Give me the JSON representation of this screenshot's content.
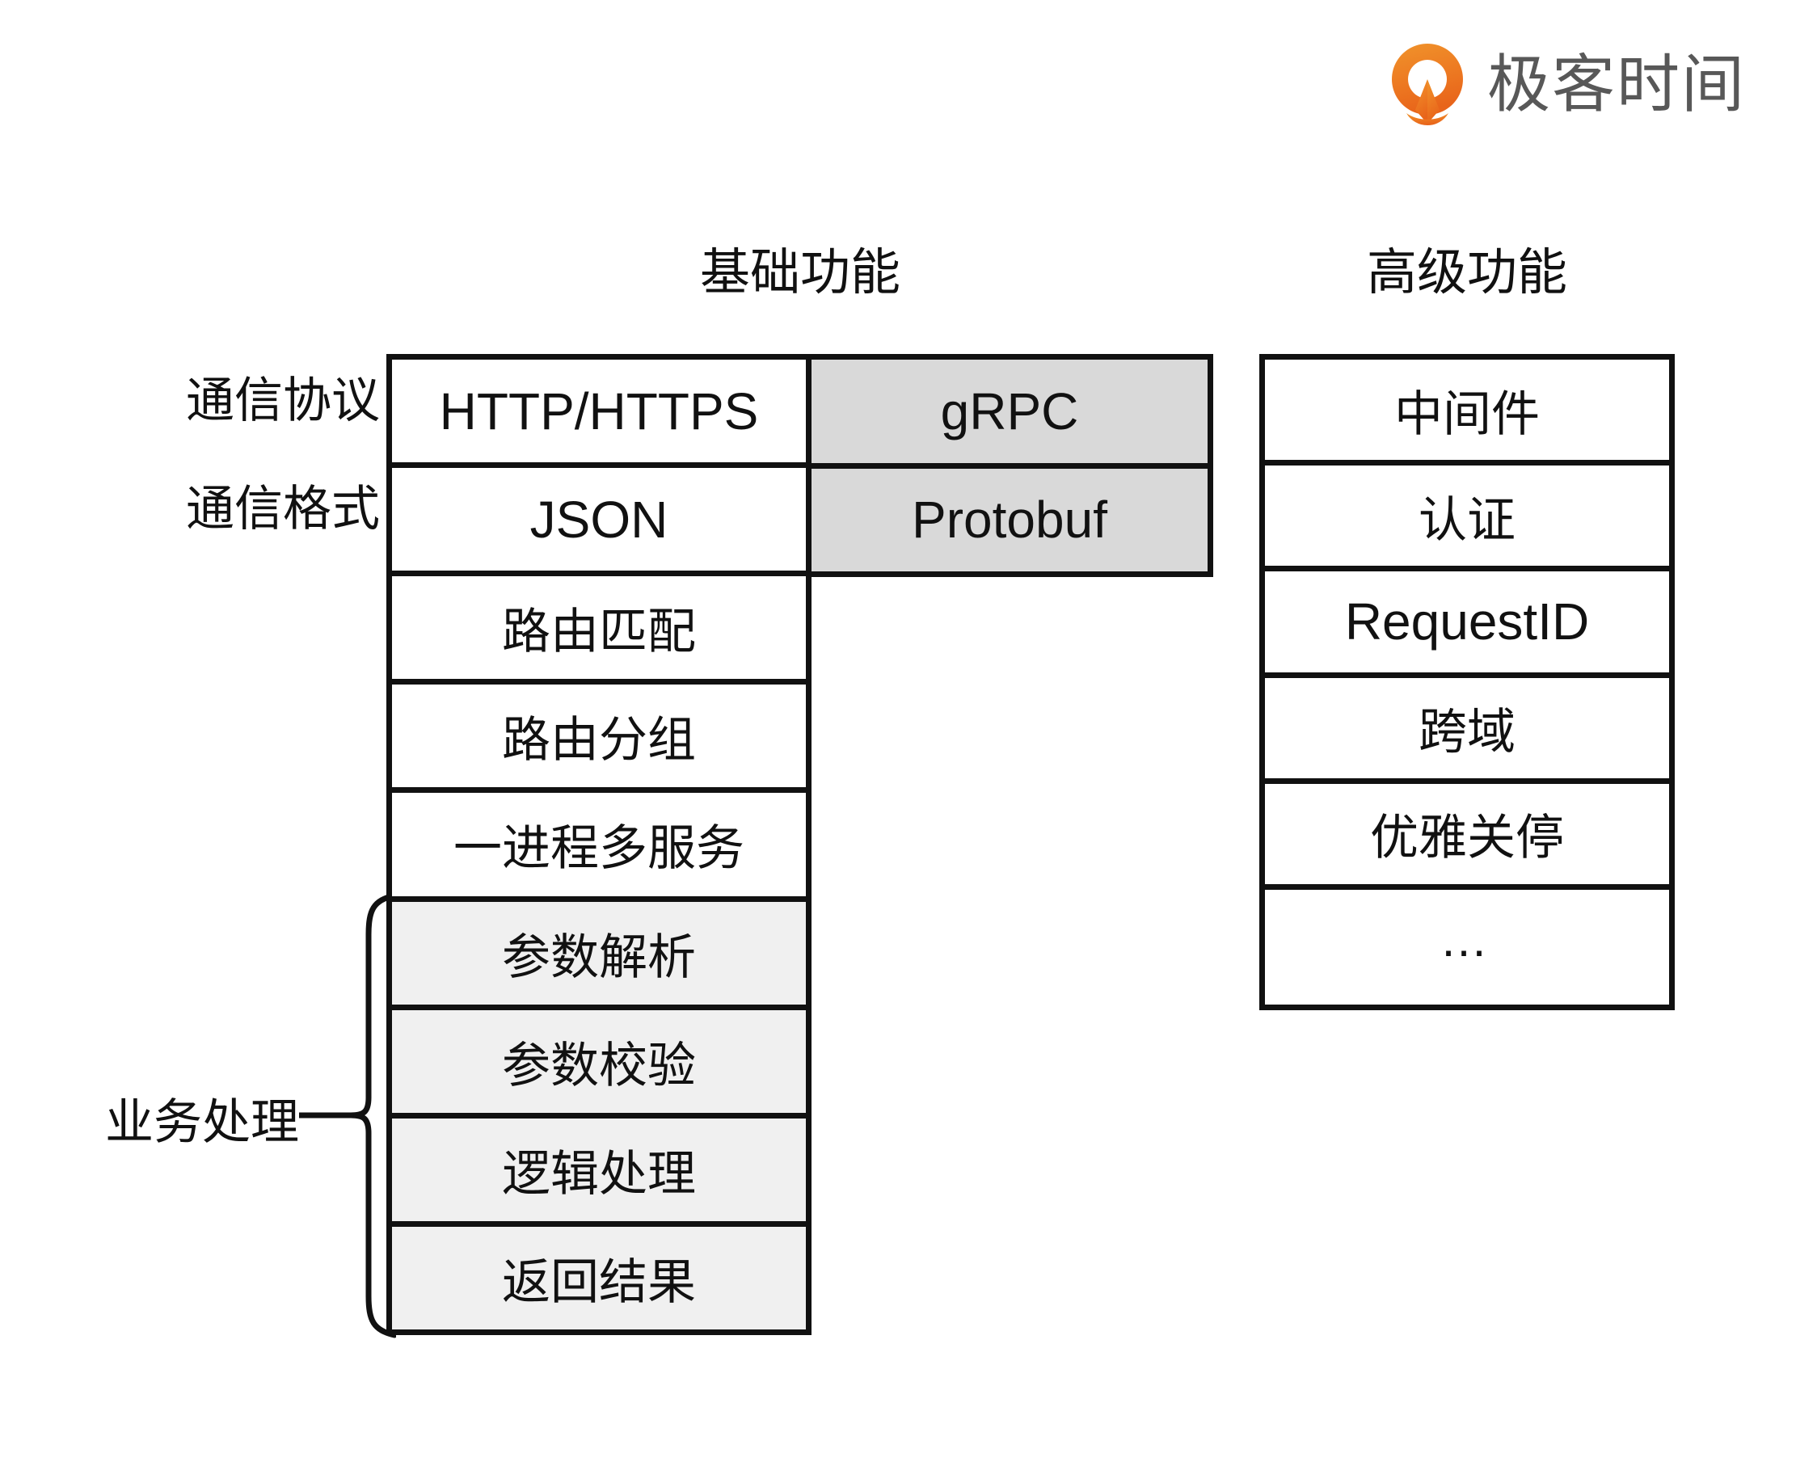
{
  "brand": {
    "name": "极客时间",
    "logo_icon": "geektime-pin-icon",
    "accent_color": "#ef7b21",
    "text_color": "#585858"
  },
  "headers": {
    "basic": "基础功能",
    "advanced": "高级功能"
  },
  "row_labels": {
    "protocol": "通信协议",
    "format": "通信格式",
    "business": "业务处理"
  },
  "colors": {
    "border": "#111111",
    "shade_dark": "#d9d9d9",
    "shade_light": "#f0f0f0",
    "page_background": "#ffffff"
  },
  "basic_column": {
    "rows": [
      {
        "label": "HTTP/HTTPS",
        "shade": "none",
        "script": "latin"
      },
      {
        "label": "JSON",
        "shade": "none",
        "script": "latin"
      },
      {
        "label": "路由匹配",
        "shade": "none",
        "script": "cjk"
      },
      {
        "label": "路由分组",
        "shade": "none",
        "script": "cjk"
      },
      {
        "label": "一进程多服务",
        "shade": "none",
        "script": "cjk"
      },
      {
        "label": "参数解析",
        "shade": "light",
        "script": "cjk"
      },
      {
        "label": "参数校验",
        "shade": "light",
        "script": "cjk"
      },
      {
        "label": "逻辑处理",
        "shade": "light",
        "script": "cjk"
      },
      {
        "label": "返回结果",
        "shade": "light",
        "script": "cjk"
      }
    ]
  },
  "alternate_column": {
    "rows": [
      {
        "label": "gRPC",
        "shade": "dark",
        "script": "latin"
      },
      {
        "label": "Protobuf",
        "shade": "dark",
        "script": "latin"
      }
    ]
  },
  "advanced_column": {
    "rows": [
      {
        "label": "中间件",
        "shade": "none",
        "script": "cjk"
      },
      {
        "label": "认证",
        "shade": "none",
        "script": "cjk"
      },
      {
        "label": "RequestID",
        "shade": "none",
        "script": "latin"
      },
      {
        "label": "跨域",
        "shade": "none",
        "script": "cjk"
      },
      {
        "label": "优雅关停",
        "shade": "none",
        "script": "cjk"
      },
      {
        "label": "…",
        "shade": "none",
        "script": "dots"
      }
    ]
  }
}
